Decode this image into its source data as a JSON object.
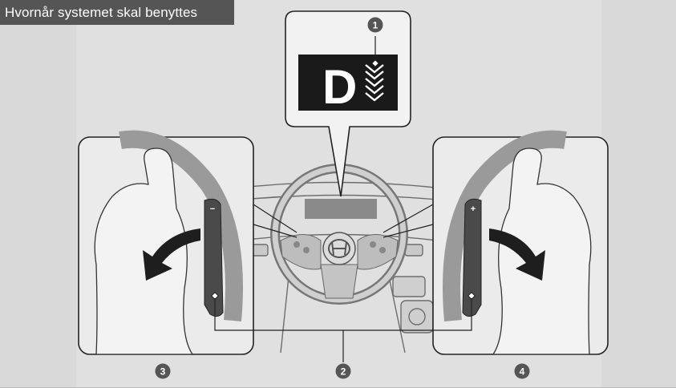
{
  "title": "Hvornår systemet skal benyttes",
  "display": {
    "gear_letter": "D",
    "indicator": "downshift-chevrons-icon"
  },
  "callouts": [
    "1",
    "2",
    "3",
    "4"
  ],
  "paddles": {
    "left_symbol": "−",
    "right_symbol": "+"
  },
  "colors": {
    "title_bg": "#555555",
    "display_bg": "#1a1a1a",
    "arrow": "#222222",
    "callout_badge": "#555555"
  }
}
